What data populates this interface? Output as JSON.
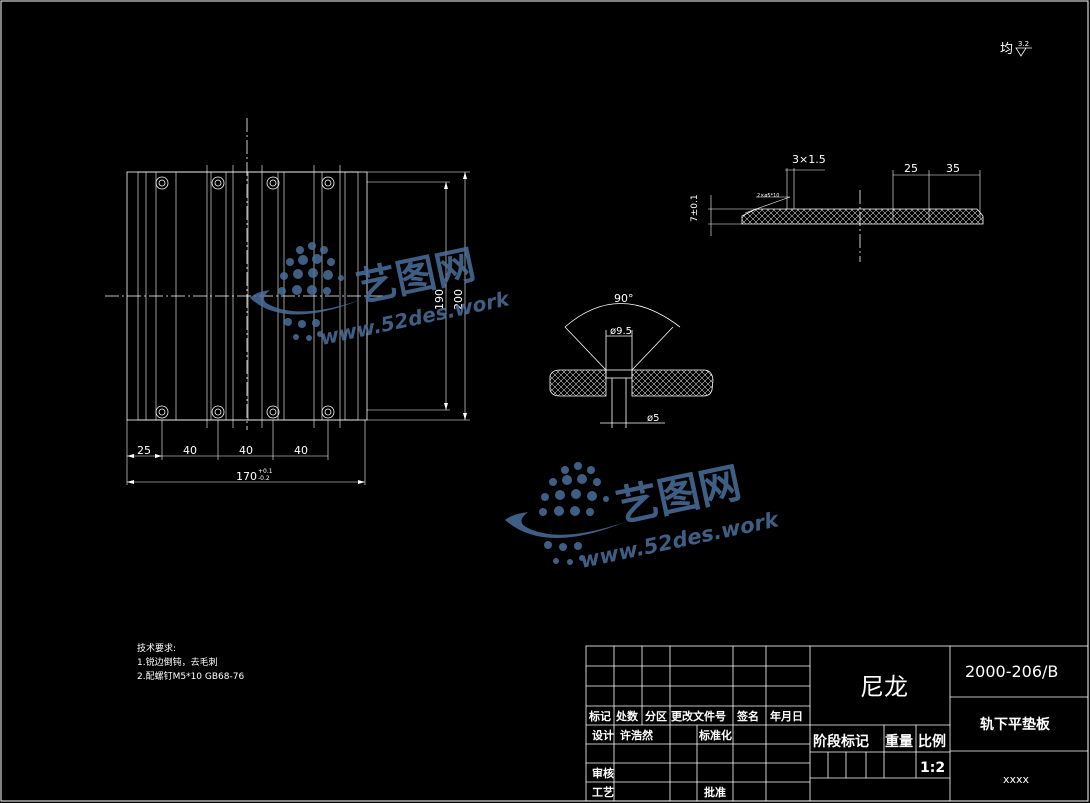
{
  "surface_note": "均",
  "surface_mark": "3.2",
  "top_view": {
    "dim_segments": [
      "25",
      "40",
      "40",
      "40"
    ],
    "overall_width": "170",
    "width_tol_upper": "+0.1",
    "width_tol_lower": "-0.2",
    "height_inner": "190",
    "height_outer": "200"
  },
  "side_view": {
    "chamfer": "3×1.5",
    "thickness": "7±0.1",
    "hole_note": "2×ø5*10",
    "dim_a": "25",
    "dim_b": "35"
  },
  "detail_view": {
    "angle": "90°",
    "counterbore": "ø9.5",
    "hole": "ø5"
  },
  "tech_req": {
    "title": "技术要求:",
    "items": [
      "1.锐边倒钝，去毛刺",
      "2.配螺钉M5*10  GB68-76"
    ]
  },
  "title_block": {
    "material": "尼龙",
    "drawing_no": "2000-206/B",
    "part_name": "轨下平垫板",
    "company": "xxxx",
    "scale": "1:2",
    "headers": [
      "标记",
      "处数",
      "分区",
      "更改文件号",
      "签名",
      "年月日"
    ],
    "design_label": "设计",
    "designer": "许浩然",
    "standard_label": "标准化",
    "check_label": "审核",
    "process_label": "工艺",
    "approve_label": "批准",
    "stage_label": "阶段标记",
    "weight_label": "重量",
    "scale_label": "比例"
  },
  "watermarks": [
    {
      "brand": "艺图网",
      "url": "www.52des.work"
    },
    {
      "brand": "艺图网",
      "url": "www.52des.work"
    }
  ],
  "colors": {
    "background": "#000000",
    "lines": "#ffffff",
    "watermark": "#4a6f9c"
  }
}
